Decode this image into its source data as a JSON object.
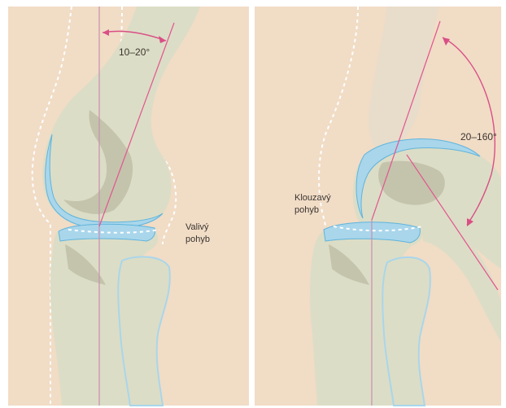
{
  "panels": [
    {
      "angle_label": "10–20°",
      "motion_label_line1": "Valivý",
      "motion_label_line2": "pohyb"
    },
    {
      "angle_label": "20–160°",
      "motion_label_line1": "Klouzavý",
      "motion_label_line2": "pohyb"
    }
  ],
  "colors": {
    "background": "#f1dcc6",
    "bone": "#dcddc6",
    "bone_shadow": "#b9b9a1",
    "cartilage": "#a9d6eb",
    "cartilage_edge": "#5fb4dc",
    "angle_line": "#e2558f",
    "reference_line": "#c98fb0",
    "dashed_outline": "#ffffff"
  }
}
